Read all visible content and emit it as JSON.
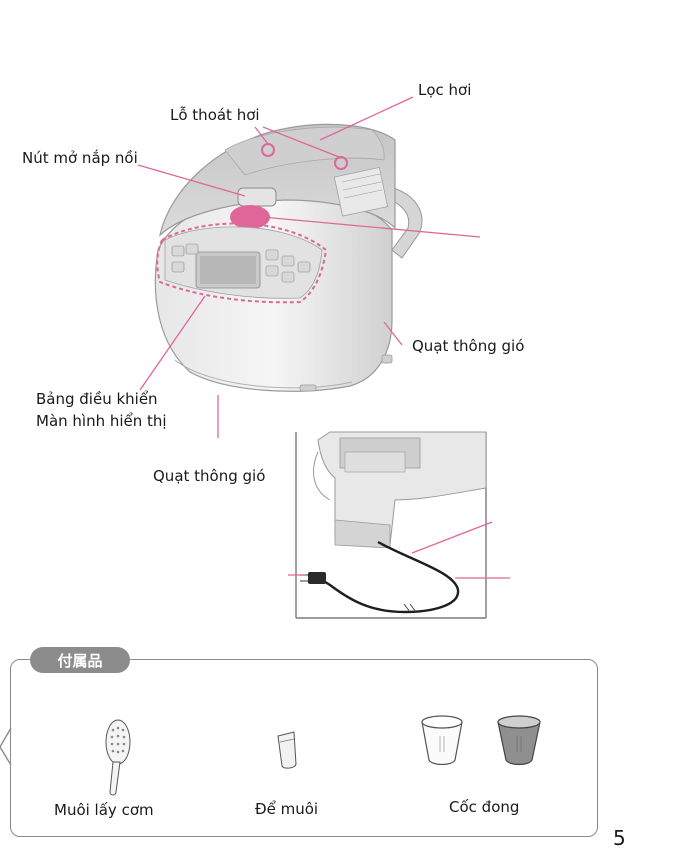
{
  "labels": {
    "loc_hoi": "Lọc hơi",
    "lo_thoat_hoi": "Lỗ thoát hơi",
    "nut_mo_nap_noi": "Nút mở nắp nồi",
    "quat_thong_gio_1": "Quạt thông gió",
    "bang_dieu_khien": "Bảng điều khiển",
    "man_hinh_hien_thi": "Màn hình hiển thị",
    "quat_thong_gio_2": "Quạt thông gió"
  },
  "accessories": {
    "title": "付属品",
    "items": [
      "Muôi lấy cơm",
      "Để muôi",
      "Cốc đong"
    ]
  },
  "page_number": "5",
  "colors": {
    "callout": "#e0669a",
    "frame": "#8a8a8a",
    "tab": "#8c8c8c"
  },
  "icons": [
    "rice-cooker-illustration",
    "power-cord-illustration",
    "rice-paddle-icon",
    "paddle-holder-icon",
    "measuring-cup-icon"
  ]
}
